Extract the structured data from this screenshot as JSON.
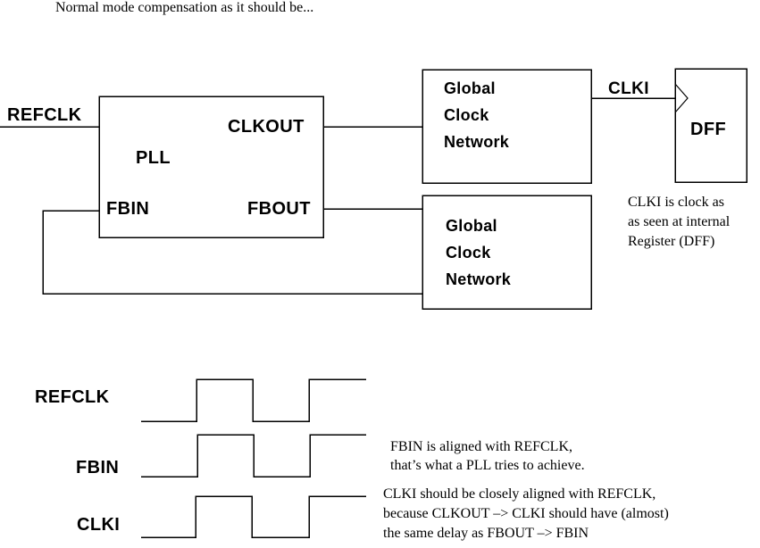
{
  "title": "Normal mode compensation as it should be...",
  "blocks": {
    "pll": {
      "name": "PLL",
      "port_clkout": "CLKOUT",
      "port_fbin": "FBIN",
      "port_fbout": "FBOUT"
    },
    "gcn_top": {
      "lines": [
        "Global",
        "Clock",
        "Network"
      ]
    },
    "gcn_bottom": {
      "lines": [
        "Global",
        "Clock",
        "Network"
      ]
    },
    "dff": {
      "name": "DFF"
    }
  },
  "signals": {
    "refclk": "REFCLK",
    "clki": "CLKI"
  },
  "waveforms": {
    "labels": [
      "REFCLK",
      "FBIN",
      "CLKI"
    ]
  },
  "notes": {
    "dff_note": {
      "lines": [
        "CLKI is clock as",
        "as seen at internal",
        "Register (DFF)"
      ]
    },
    "fbin_note": {
      "lines": [
        "FBIN is aligned with REFCLK,",
        "that’s what a PLL tries to achieve."
      ]
    },
    "clki_note": {
      "lines": [
        "CLKI should be closely aligned with REFCLK,",
        "because CLKOUT –> CLKI should have (almost)",
        "the same delay as FBOUT –> FBIN"
      ]
    }
  },
  "colors": {
    "ink": "#000000",
    "background": "#ffffff"
  }
}
